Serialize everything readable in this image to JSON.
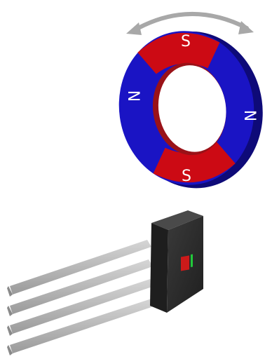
{
  "magnet": {
    "poles": [
      {
        "id": "top",
        "label": "S"
      },
      {
        "id": "right",
        "label": "N"
      },
      {
        "id": "bottom",
        "label": "S"
      },
      {
        "id": "left",
        "label": "N"
      }
    ],
    "colors": {
      "south": "#cc0a14",
      "north": "#1a14c4",
      "arrow": "#a8a8a8"
    }
  },
  "sensor": {
    "pin_count": 4,
    "colors": {
      "body": "#2a2a2a",
      "pin": "#b9b9b9",
      "element_red": "#cc1a1a",
      "element_green": "#22c83a"
    }
  }
}
